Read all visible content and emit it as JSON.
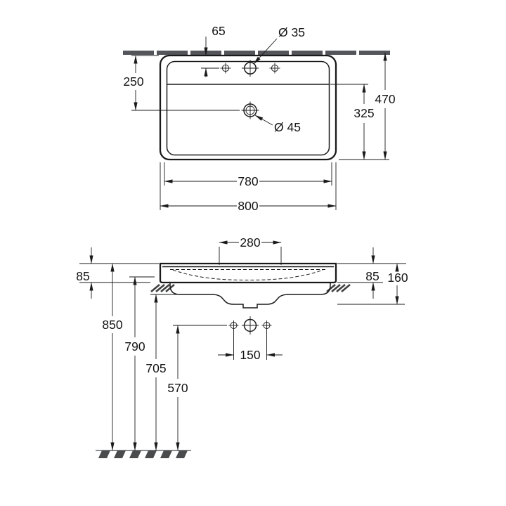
{
  "meta": {
    "background": "#ffffff",
    "line_color": "#1a1a1a",
    "wall_color": "#54555a"
  },
  "top_view": {
    "d65": "65",
    "dia35": "Ø 35",
    "d250": "250",
    "d470": "470",
    "d325": "325",
    "dia45": "Ø 45",
    "d780": "780",
    "d800": "800"
  },
  "front_view": {
    "d280": "280",
    "d85_left": "85",
    "d85_right": "85",
    "d160": "160",
    "d850": "850",
    "d790": "790",
    "d705": "705",
    "d570": "570",
    "d150": "150"
  }
}
